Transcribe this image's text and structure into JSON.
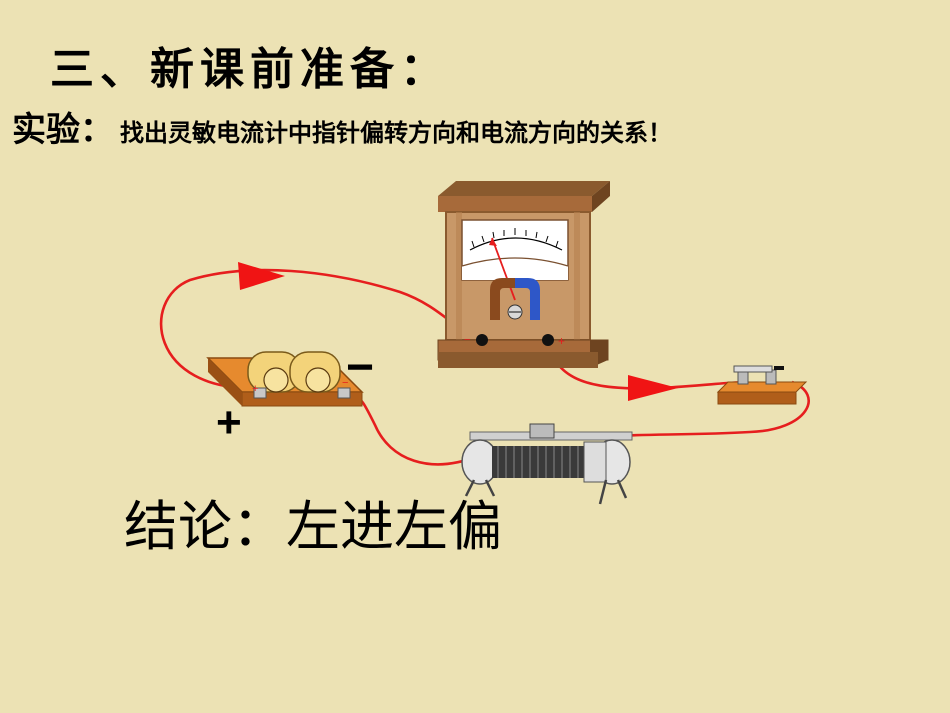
{
  "slide": {
    "title": "三、新课前准备：",
    "experiment_label": "实验：",
    "experiment_text": "找出灵敏电流计中指针偏转方向和电流方向的关系！",
    "conclusion": "结论：左进左偏"
  },
  "diagram": {
    "battery_neg_sign": "−",
    "battery_pos_sign": "+",
    "meter_neg_mark": "−",
    "meter_pos_mark": "+",
    "battery_terminal_pos": "+",
    "battery_terminal_neg": "−",
    "colors": {
      "wire": "#E61E1E",
      "arrow": "#F01414",
      "wood_base": "#E68A2E",
      "meter_frame": "#B07A4A",
      "magnet_blue": "#2E57C8",
      "magnet_brown": "#8A4A1E",
      "background": "#ECE2B4"
    }
  }
}
